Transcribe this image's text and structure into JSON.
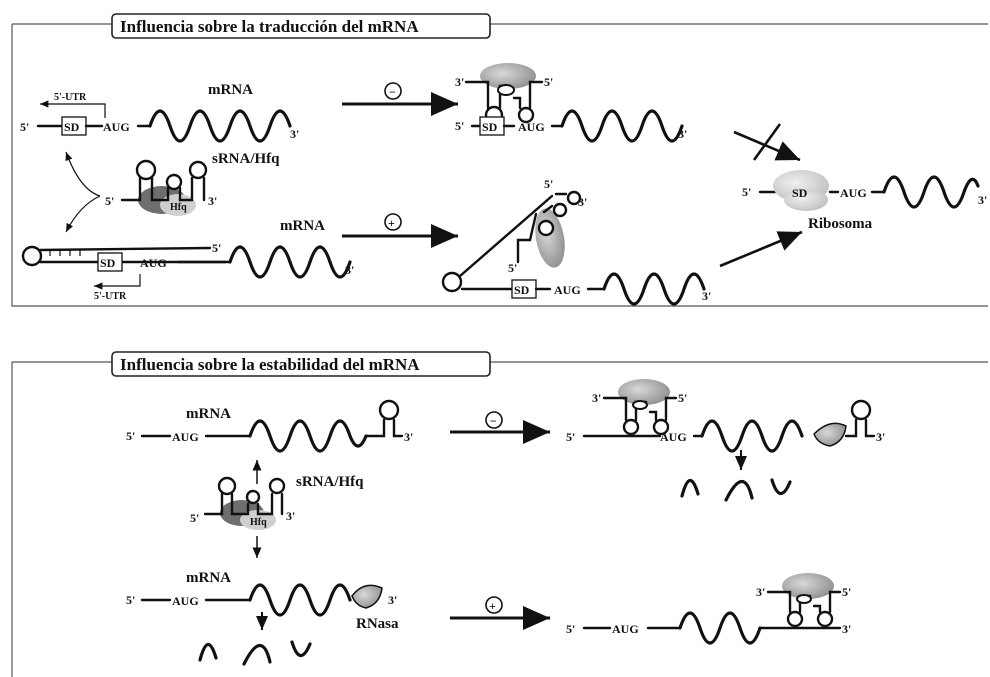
{
  "panel_translation": {
    "title": "Influencia sobre la traducción del mRNA",
    "utr_top": "5'-UTR",
    "utr_bottom": "5'-UTR",
    "sd": "SD",
    "aug": "AUG",
    "mrna": "mRNA",
    "srna_hfq": "sRNA/Hfq",
    "hfq": "Hfq",
    "ribosome": "Ribosoma",
    "neg": "−",
    "pos": "+",
    "five_prime": "5'",
    "three_prime": "3'"
  },
  "panel_stability": {
    "title": "Influencia sobre la estabilidad del mRNA",
    "aug": "AUG",
    "mrna": "mRNA",
    "srna_hfq": "sRNA/Hfq",
    "hfq": "Hfq",
    "rnase": "RNasa",
    "neg": "−",
    "pos": "+",
    "five_prime": "5'",
    "three_prime": "3'"
  },
  "colors": {
    "frame": "#555555",
    "ink": "#111111",
    "protein": "#b8b8b8",
    "hfq": "#6e6e6e",
    "box": "#e8e8e8"
  }
}
